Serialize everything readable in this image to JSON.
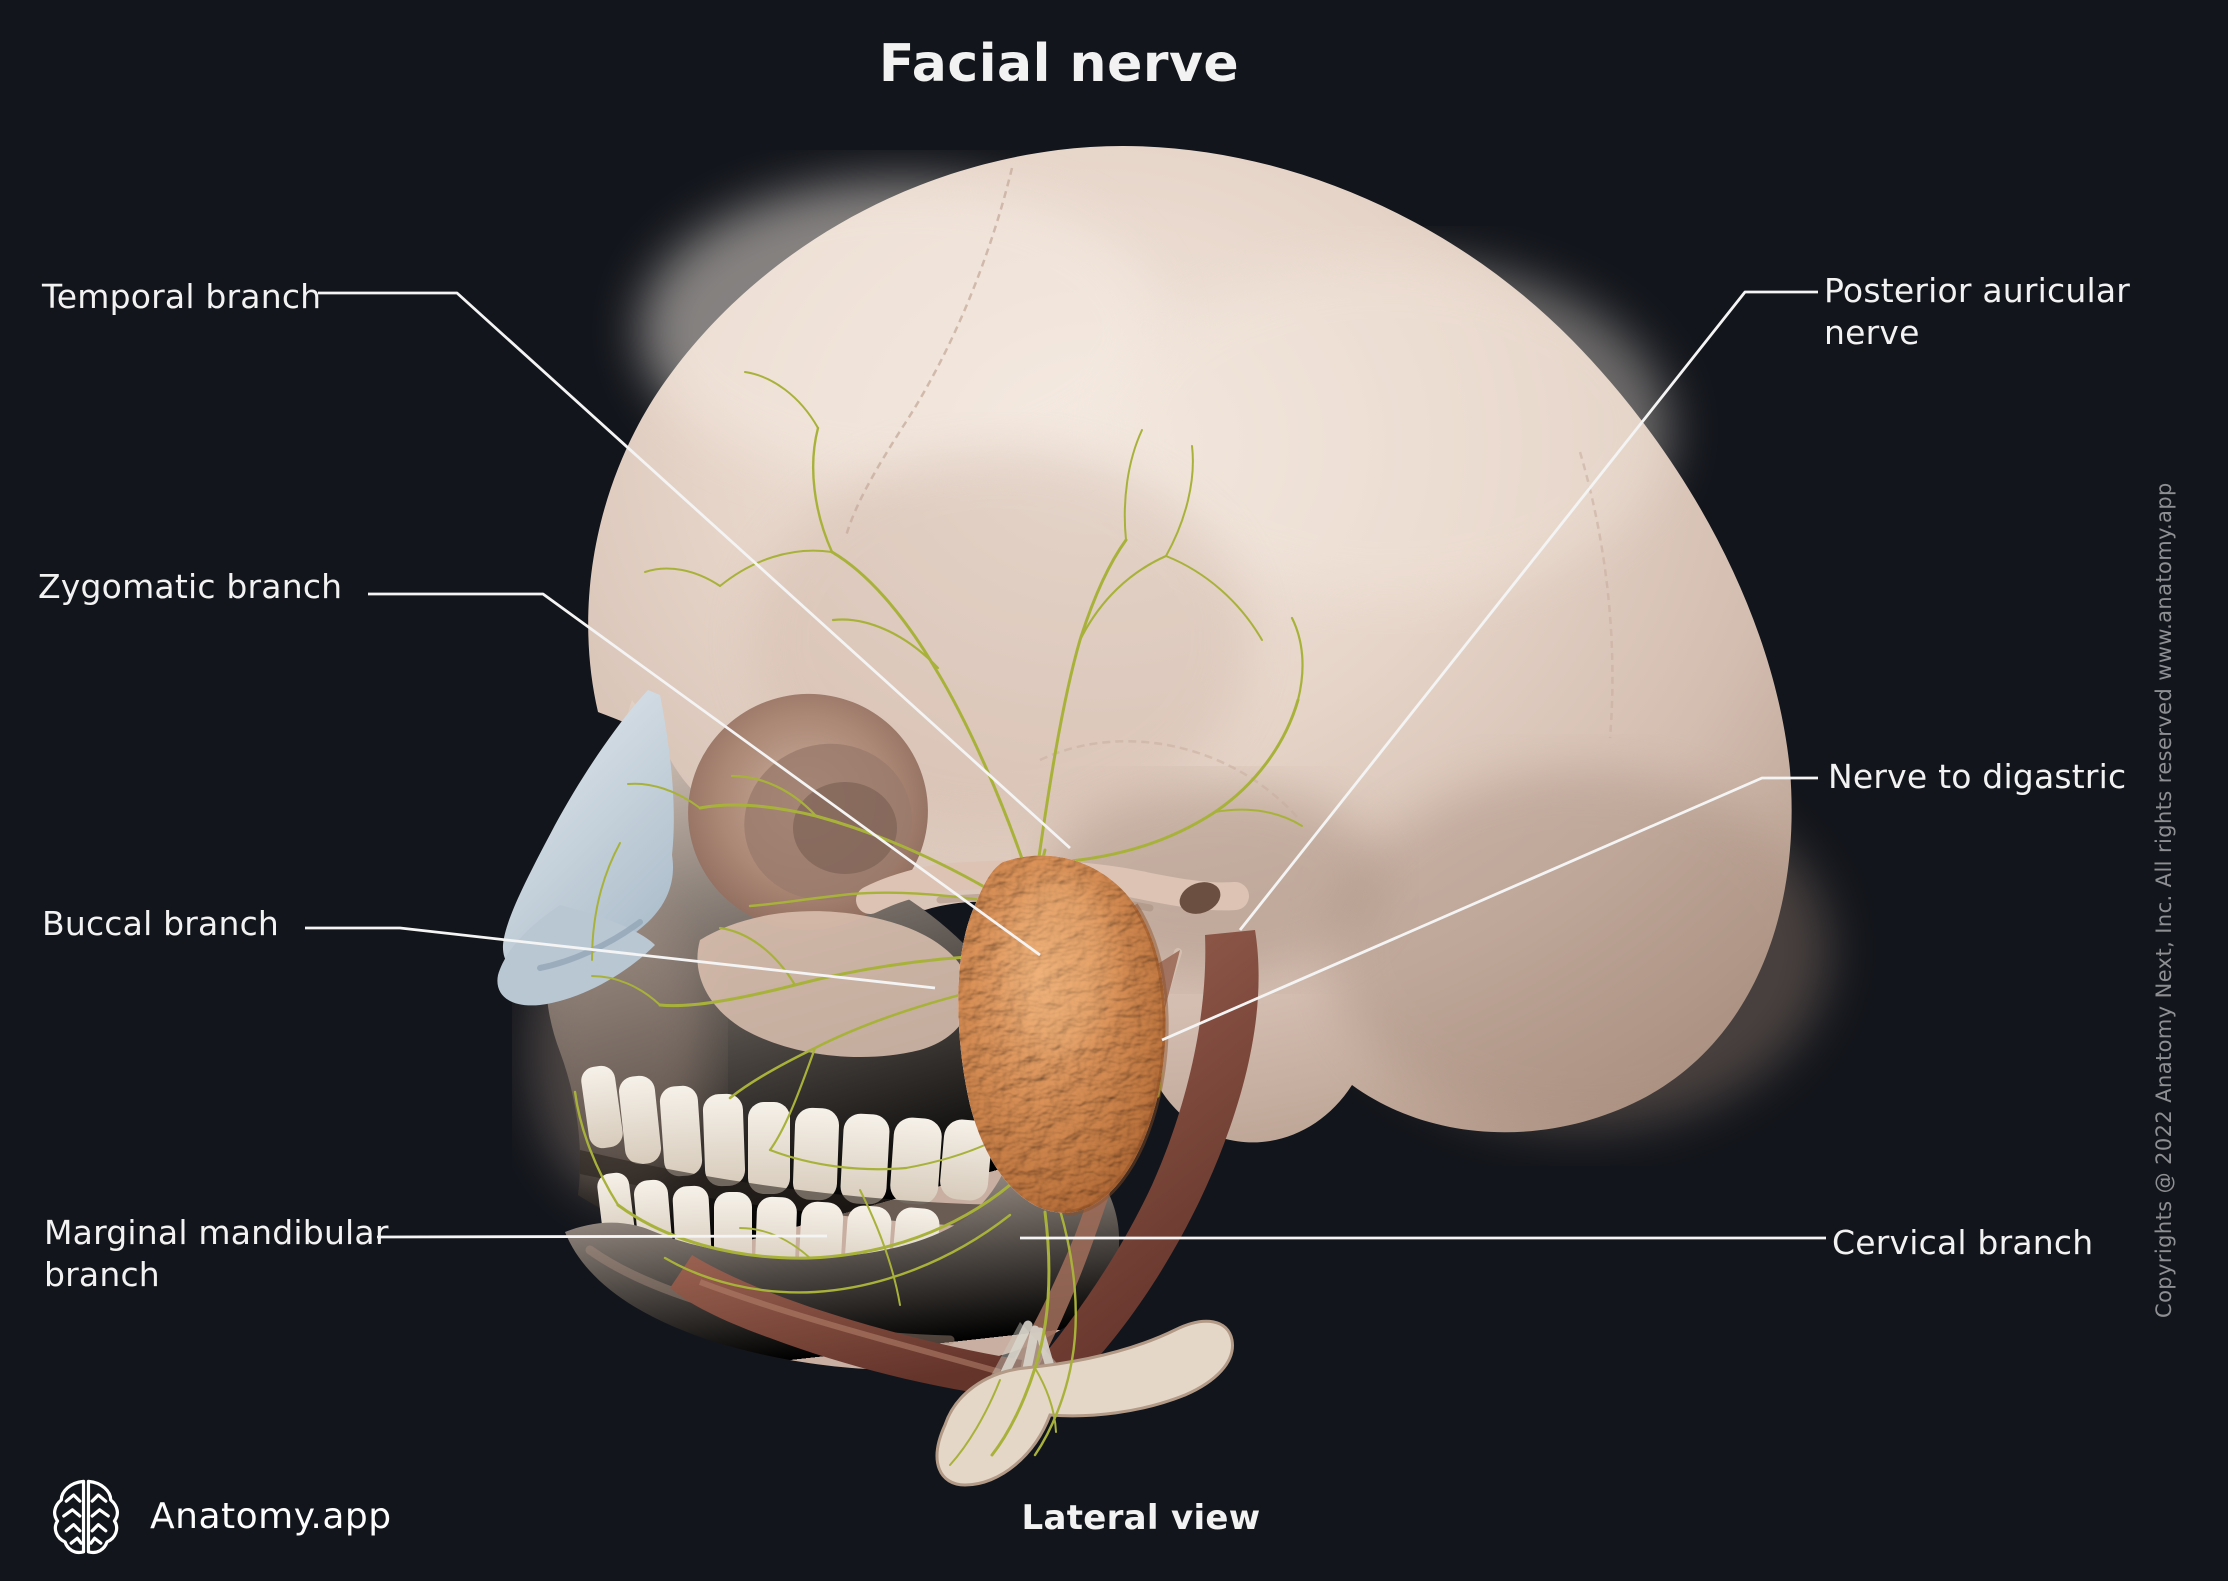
{
  "title": "Facial nerve",
  "view_label": "Lateral view",
  "brand": {
    "name": "Anatomy.app",
    "logo": "brain-logo-icon"
  },
  "copyright": "Copyrights @ 2022 Anatomy Next, Inc. All rights reserved www.anatomy.app",
  "labels": {
    "temporal": "Temporal branch",
    "zygomatic": "Zygomatic branch",
    "buccal": "Buccal branch",
    "marginal": "Marginal mandibular branch",
    "posterior_auricular": "Posterior auricular nerve",
    "digastric": "Nerve to digastric",
    "cervical": "Cervical branch"
  },
  "colors": {
    "background": "#12151b",
    "text": "#f2f2f2",
    "leader_line": "#f4f4f4",
    "bone": "#e2d0c4",
    "parotid_gland": "#d98e57",
    "nerve": "#a8b23a",
    "muscle": "#7d4a3c",
    "nasal_cartilage": "#cdd8e1",
    "copyright_text": "#8d8f93"
  }
}
